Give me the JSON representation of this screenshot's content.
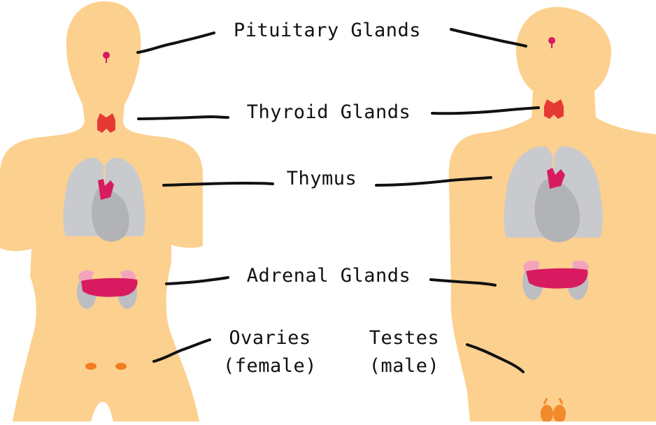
{
  "labels": {
    "pituitary": "Pituitary Glands",
    "thyroid": "Thyroid Glands",
    "thymus": "Thymus",
    "adrenal": "Adrenal Glands",
    "ovaries": "Ovaries",
    "ovaries_note": "(female)",
    "testes": "Testes",
    "testes_note": "(male)"
  },
  "colors": {
    "skin": "#fcd08f",
    "lungs": "#c9cacd",
    "heart": "#b2b3b6",
    "kidney": "#bdbec1",
    "gland_magenta": "#d81b60",
    "adrenal_pink": "#f4a3bd",
    "pancreas": "#d81b60",
    "thyroid_red": "#e53935",
    "ovary_orange": "#f57c20",
    "testes_orange": "#f08a2a",
    "leader_line": "#111111"
  }
}
